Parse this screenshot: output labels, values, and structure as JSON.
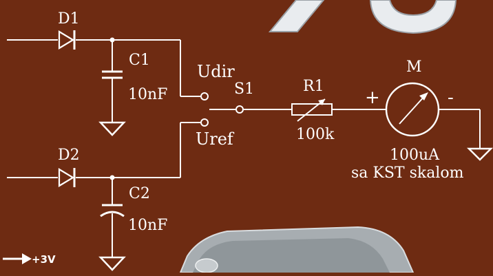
{
  "labels": {
    "d1": "D1",
    "d2": "D2",
    "c1": "C1",
    "c1_value": "10nF",
    "c2": "C2",
    "c2_value": "10nF",
    "udir": "Udir",
    "uref": "Uref",
    "s1": "S1",
    "r1": "R1",
    "r1_value": "100k",
    "meter": "M",
    "meter_value": "100uA",
    "meter_note": "sa KST skalom",
    "plus": "+",
    "minus": "-",
    "supply": "+3V"
  },
  "colors": {
    "background": "#6e2b12",
    "wire": "#ffffff"
  }
}
